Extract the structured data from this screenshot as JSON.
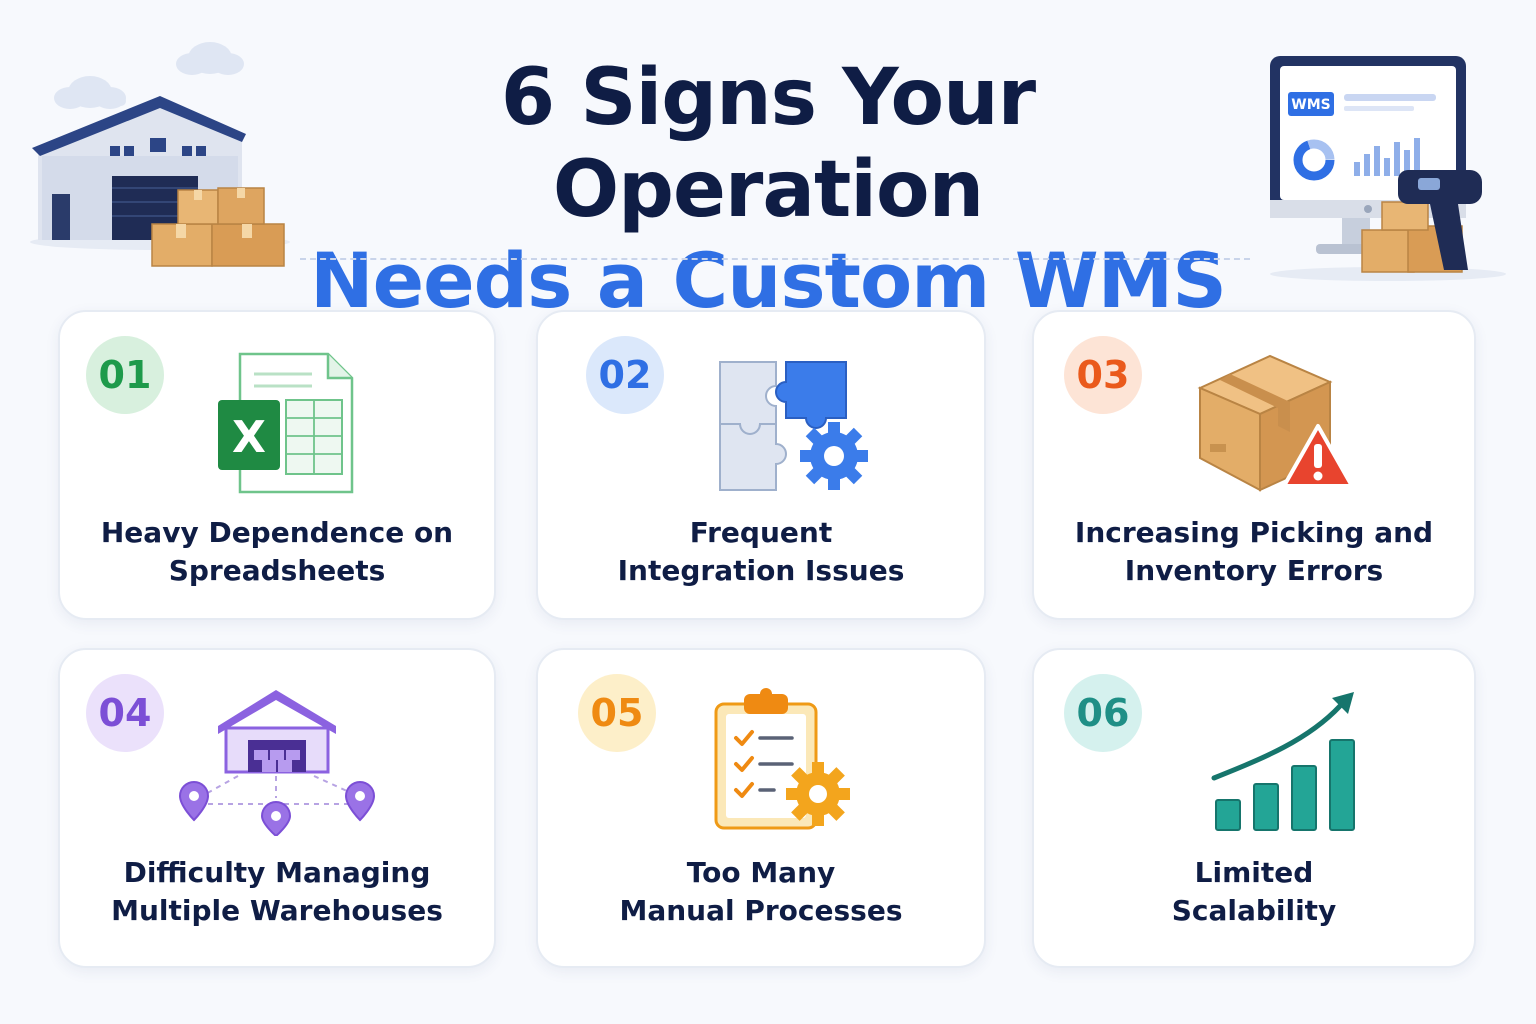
{
  "header": {
    "title_line1": "6 Signs Your Operation",
    "title_line2": "Needs a Custom WMS",
    "monitor_badge": "WMS"
  },
  "colors": {
    "navy": "#0f1d45",
    "blue": "#2f6fe4",
    "green": "#1e9a4b",
    "orange": "#ea5a1c",
    "purple": "#7c4fd6",
    "amber": "#ef8a12",
    "teal": "#1f8f86"
  },
  "cards": [
    {
      "num": "01",
      "line1": "Heavy Dependence on",
      "line2": "Spreadsheets",
      "icon": "spreadsheet-icon"
    },
    {
      "num": "02",
      "line1": "Frequent",
      "line2": "Integration Issues",
      "icon": "puzzle-gear-icon"
    },
    {
      "num": "03",
      "line1": "Increasing Picking and",
      "line2": "Inventory Errors",
      "icon": "box-warning-icon"
    },
    {
      "num": "04",
      "line1": "Difficulty Managing",
      "line2": "Multiple Warehouses",
      "icon": "warehouse-network-icon"
    },
    {
      "num": "05",
      "line1": "Too Many",
      "line2": "Manual Processes",
      "icon": "checklist-gear-icon"
    },
    {
      "num": "06",
      "line1": "Limited",
      "line2": "Scalability",
      "icon": "growth-chart-icon"
    }
  ]
}
